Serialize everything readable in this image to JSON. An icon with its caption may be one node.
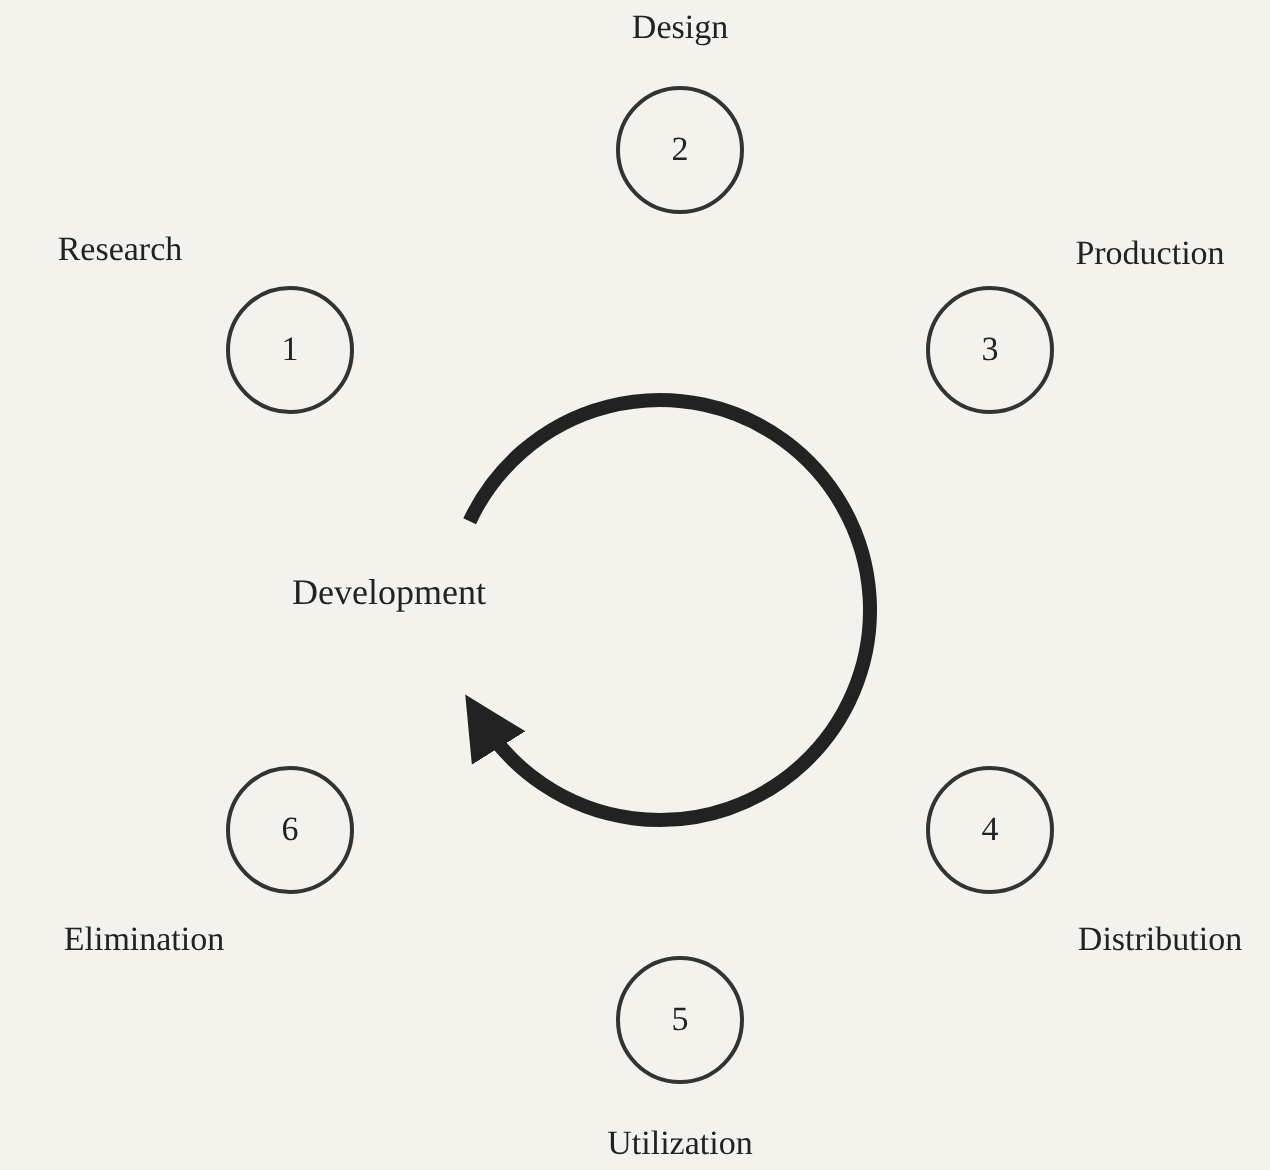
{
  "diagram": {
    "nodes": [
      {
        "text": [
          "1"
        ],
        "beside": [
          "Research"
        ]
      },
      {
        "text": [
          "2"
        ],
        "beside": [
          "Design"
        ]
      },
      {
        "text": [
          "3"
        ],
        "beside": [
          "Production"
        ]
      },
      {
        "text": [
          "4"
        ],
        "beside": [
          "Distribution"
        ]
      },
      {
        "text": [
          "5"
        ],
        "beside": [
          "Utilization"
        ]
      },
      {
        "text": [
          "6"
        ],
        "beside": [
          "Elimination"
        ]
      }
    ],
    "labels": [
      "Development"
    ]
  }
}
